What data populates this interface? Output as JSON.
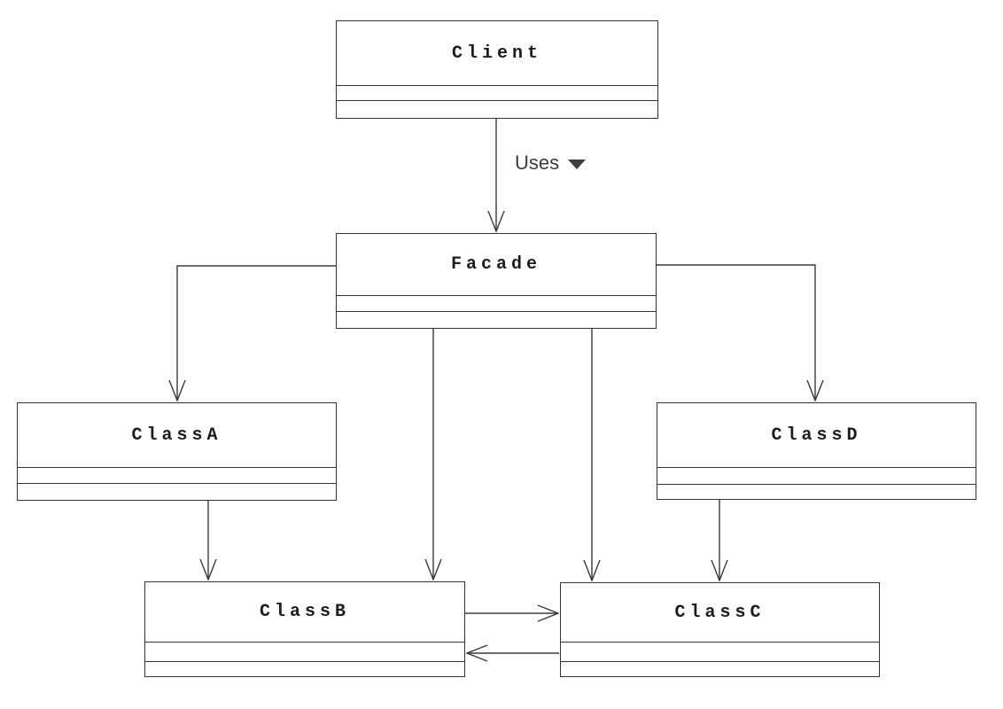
{
  "diagram": {
    "type": "uml-class-diagram",
    "pattern": "Facade",
    "nodes": [
      {
        "id": "client",
        "label": "Client"
      },
      {
        "id": "facade",
        "label": "Facade"
      },
      {
        "id": "classA",
        "label": "ClassA"
      },
      {
        "id": "classB",
        "label": "ClassB"
      },
      {
        "id": "classC",
        "label": "ClassC"
      },
      {
        "id": "classD",
        "label": "ClassD"
      }
    ],
    "edges": [
      {
        "from": "Client",
        "to": "Facade",
        "label": "Uses",
        "direction_marker": "down",
        "arrowhead": "open"
      },
      {
        "from": "Facade",
        "to": "ClassA",
        "label": "",
        "arrowhead": "open"
      },
      {
        "from": "Facade",
        "to": "ClassD",
        "label": "",
        "arrowhead": "open"
      },
      {
        "from": "Facade",
        "to": "ClassB",
        "label": "",
        "arrowhead": "open"
      },
      {
        "from": "Facade",
        "to": "ClassC",
        "label": "",
        "arrowhead": "open"
      },
      {
        "from": "ClassA",
        "to": "ClassB",
        "label": "",
        "arrowhead": "open"
      },
      {
        "from": "ClassD",
        "to": "ClassC",
        "label": "",
        "arrowhead": "open"
      },
      {
        "from": "ClassB",
        "to": "ClassC",
        "label": "",
        "arrowhead": "open"
      },
      {
        "from": "ClassC",
        "to": "ClassB",
        "label": "",
        "arrowhead": "open"
      }
    ],
    "colors": {
      "background": "#ffffff",
      "line": "#3a3a3a",
      "text": "#1c1c1c"
    }
  }
}
